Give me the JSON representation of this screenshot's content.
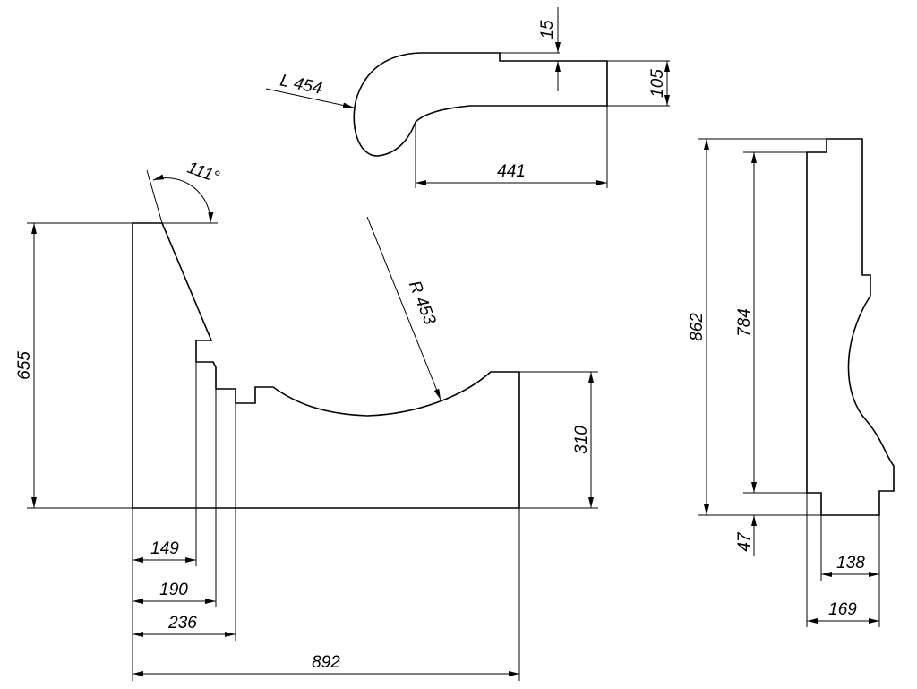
{
  "drawing": {
    "top_profile": {
      "length_label": "L 454",
      "step_height": "15",
      "end_height": "105",
      "straight_length": "441"
    },
    "side_view": {
      "height": "655",
      "angle": "111°",
      "radius": "R 453",
      "seat_height": "310",
      "step_1": "149",
      "step_2": "190",
      "step_3": "236",
      "total_width": "892"
    },
    "front_view": {
      "total_height": "862",
      "inner_height": "784",
      "base_height": "47",
      "base_width_inner": "138",
      "base_width_outer": "169"
    }
  }
}
